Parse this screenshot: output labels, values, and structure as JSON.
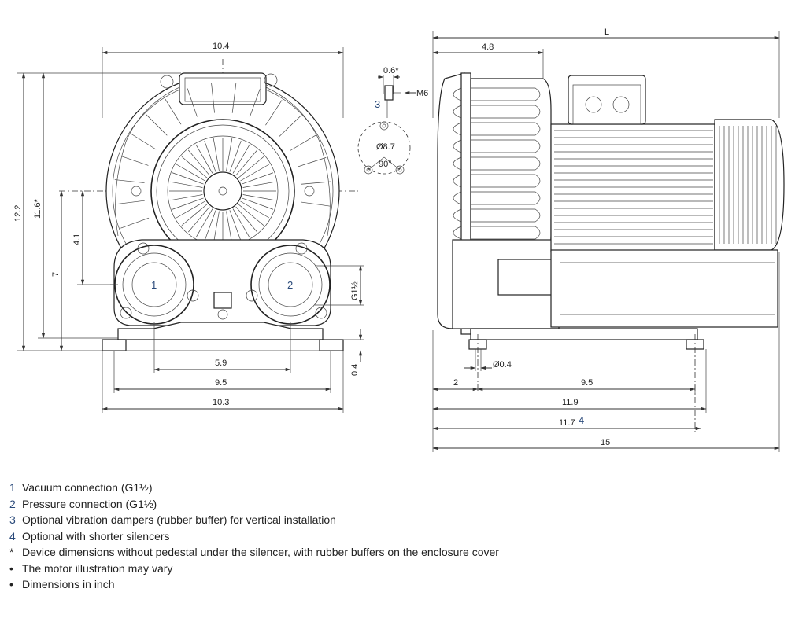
{
  "dimensions": {
    "front": {
      "width_top": "10.4",
      "height_total": "12.2",
      "height_star": "11.6*",
      "height_axis": "7",
      "port_offset": "4.1",
      "port_spacing": "5.9",
      "foot_spacing": "9.5",
      "base_width": "10.3",
      "foot_height": "0.4",
      "thread": "G1½"
    },
    "detail": {
      "offset": "0.6*",
      "bolt": "M6",
      "diameter": "Ø8.7",
      "angle": "90°"
    },
    "side": {
      "length_label": "L",
      "silencer_depth": "4.8",
      "hole_dia": "Ø0.4",
      "foot_offset": "2",
      "foot_span": "9.5",
      "base_length": "11.9",
      "short_length": "11.7",
      "short_marker": "4",
      "total_length": "15"
    }
  },
  "callouts": {
    "vacuum": "1",
    "pressure": "2",
    "damper": "3"
  },
  "legend": [
    {
      "key": "1",
      "text": "Vacuum connection (G1½)"
    },
    {
      "key": "2",
      "text": "Pressure connection (G1½)"
    },
    {
      "key": "3",
      "text": "Optional vibration dampers (rubber buffer) for vertical installation"
    },
    {
      "key": "4",
      "text": "Optional with shorter silencers"
    },
    {
      "key": "*",
      "text": "Device dimensions without pedestal under the silencer, with rubber buffers on the enclosure cover"
    },
    {
      "key": "•",
      "text": "The motor illustration may vary"
    },
    {
      "key": "•",
      "text": "Dimensions in inch"
    }
  ]
}
